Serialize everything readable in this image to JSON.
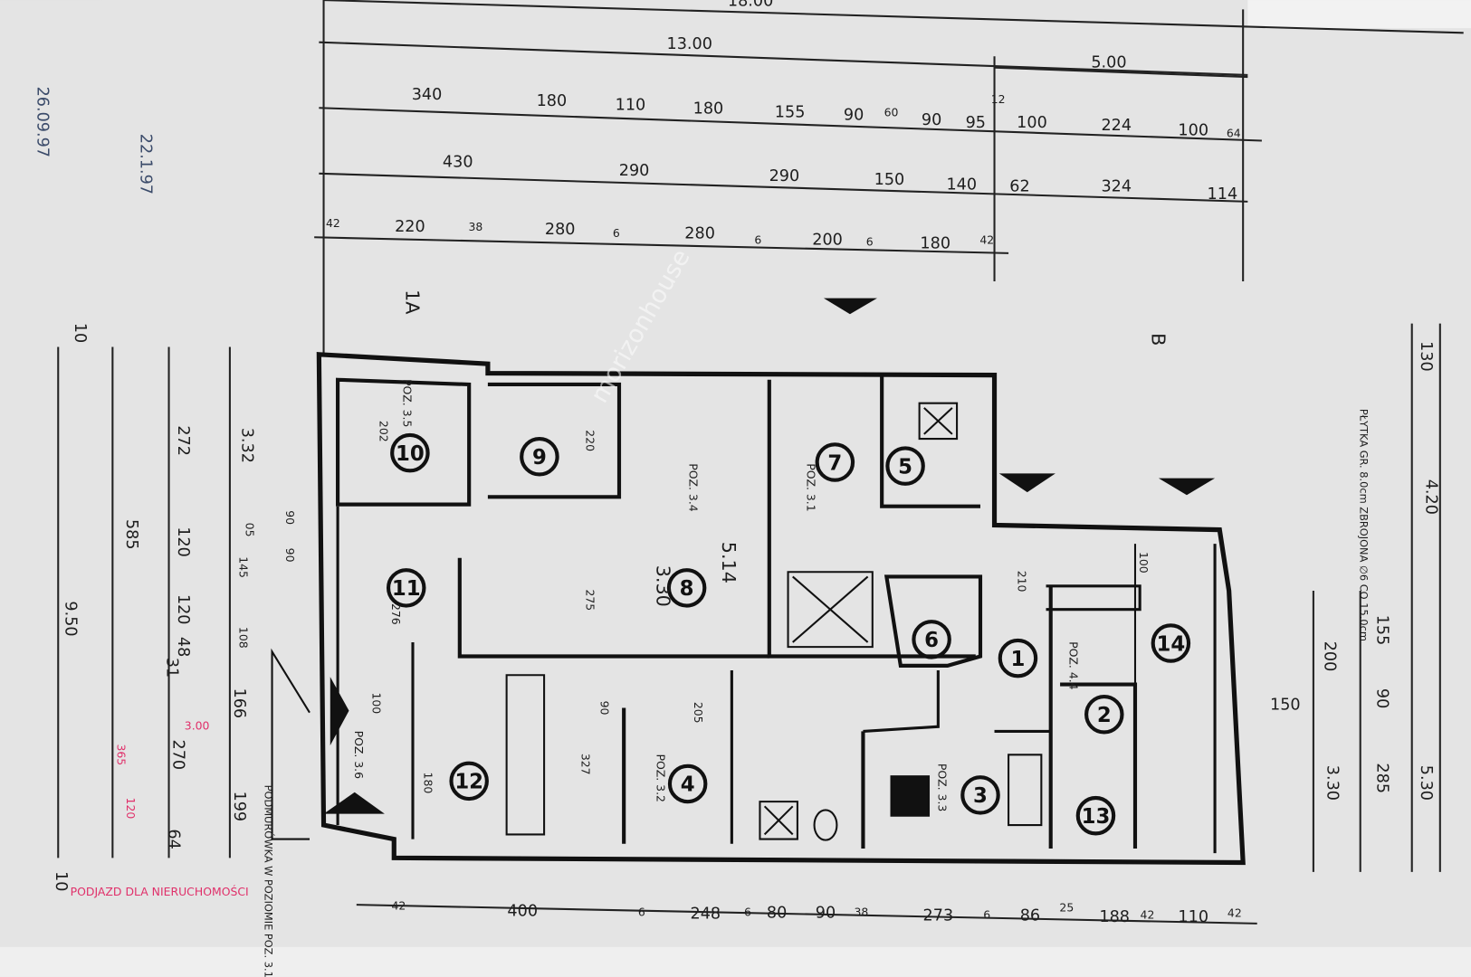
{
  "title": "Floor plan drawing",
  "dimensions": {
    "overall": [
      "18.00",
      "13.00",
      "5.00"
    ],
    "top_row1": [
      "340",
      "180",
      "110",
      "180",
      "155",
      "90",
      "60",
      "90",
      "95",
      "12",
      "100",
      "224",
      "100",
      "64"
    ],
    "top_row2": [
      "430",
      "290",
      "290",
      "150",
      "140",
      "62",
      "324",
      "114"
    ],
    "top_row3": [
      "42",
      "220",
      "38",
      "280",
      "6",
      "280",
      "6",
      "200",
      "6",
      "180",
      "42"
    ],
    "bottom_row": [
      "42",
      "400",
      "6",
      "248",
      "6",
      "80",
      "90",
      "38",
      "273",
      "6",
      "86",
      "25",
      "188",
      "42",
      "110",
      "42"
    ],
    "left": [
      "10",
      "272",
      "3.32",
      "585",
      "9.50",
      "120",
      "120",
      "48",
      "31",
      "166",
      "270",
      "199",
      "64",
      "10",
      "145",
      "108",
      "05",
      "90",
      "90"
    ],
    "right": [
      "130",
      "4.20",
      "5.30",
      "200",
      "155",
      "90",
      "3.30",
      "285",
      "150"
    ]
  },
  "rooms": [
    "1",
    "2",
    "3",
    "4",
    "5",
    "6",
    "7",
    "8",
    "9",
    "10",
    "11",
    "12",
    "13",
    "14"
  ],
  "section_markers": {
    "a": "1A",
    "b": "B"
  },
  "interior_labels": [
    "3.30",
    "5.14",
    "275",
    "220",
    "202",
    "276",
    "100",
    "327",
    "180",
    "90",
    "205",
    "210",
    "100"
  ],
  "notes": {
    "slab": "PŁYTKA GR. 8.0cm ZBROJONA ∅6 CO 15.0cm",
    "foundation": "PODMURÓWKA W POZIOMIE POZ. 3.1",
    "item_labels": [
      "POZ. 3.5",
      "POZ. 3.4",
      "POZ. 3.1",
      "POZ. 3.2",
      "POZ. 3.6",
      "POZ. 3.3",
      "POZ. 4.4"
    ]
  },
  "annotations": {
    "red_note": "PODJAZD DLA NIERUCHOMOŚCI",
    "red_dims": [
      "3.00",
      "365",
      "120"
    ],
    "handwritten": [
      "22.1.97",
      "26.09.97"
    ],
    "watermark": "morizonhouse"
  }
}
